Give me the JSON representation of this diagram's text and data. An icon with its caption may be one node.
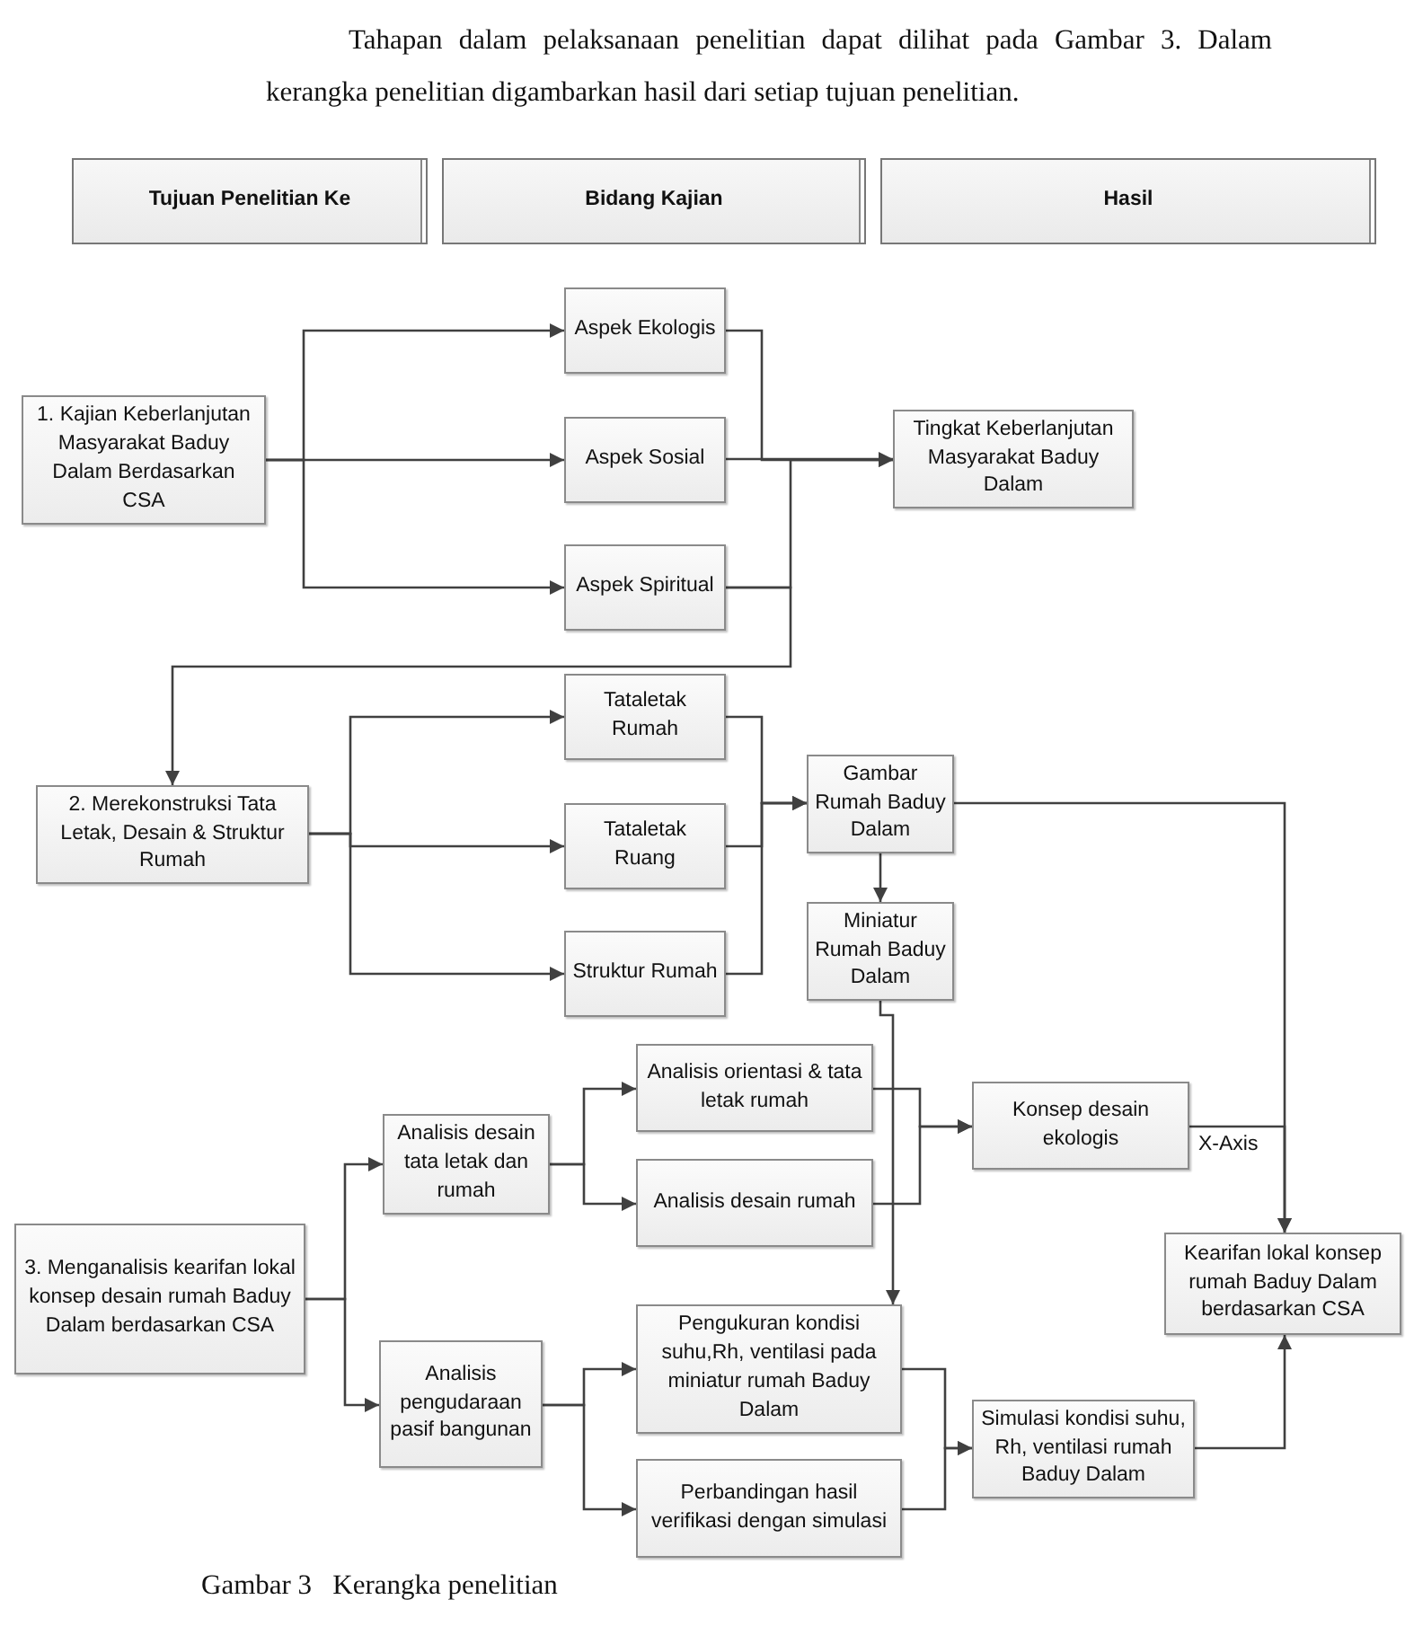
{
  "diagram": {
    "caption": "Gambar 3   Kerangka penelitian",
    "nodes": [
      {
        "text": [
          "Tujuan Penelitian Ke"
        ]
      },
      {
        "text": [
          "Bidang Kajian"
        ]
      },
      {
        "text": [
          "Hasil"
        ]
      },
      {
        "text": [
          "1. Kajian Keberlanjutan Masyarakat Baduy Dalam Berdasarkan CSA"
        ]
      },
      {
        "text": [
          "Aspek Ekologis"
        ]
      },
      {
        "text": [
          "Aspek Sosial"
        ]
      },
      {
        "text": [
          "Aspek Spiritual"
        ]
      },
      {
        "text": [
          "Tingkat Keberlanjutan Masyarakat Baduy Dalam"
        ]
      },
      {
        "text": [
          "2. Merekonstruksi Tata Letak, Desain & Struktur Rumah"
        ]
      },
      {
        "text": [
          "Tataletak Rumah"
        ]
      },
      {
        "text": [
          "Tataletak Ruang"
        ]
      },
      {
        "text": [
          "Struktur Rumah"
        ]
      },
      {
        "text": [
          "Gambar Rumah Baduy Dalam"
        ]
      },
      {
        "text": [
          "Miniatur Rumah Baduy Dalam"
        ]
      },
      {
        "text": [
          "3. Menganalisis kearifan lokal konsep desain rumah Baduy Dalam berdasarkan CSA"
        ]
      },
      {
        "text": [
          "Analisis desain tata letak dan rumah"
        ]
      },
      {
        "text": [
          "Analisis pengudaraan pasif bangunan"
        ]
      },
      {
        "text": [
          "Analisis orientasi & tata letak rumah"
        ]
      },
      {
        "text": [
          "Analisis desain rumah"
        ]
      },
      {
        "text": [
          "Pengukuran kondisi suhu,Rh, ventilasi pada miniatur rumah Baduy Dalam"
        ]
      },
      {
        "text": [
          "Perbandingan hasil verifikasi dengan simulasi"
        ]
      },
      {
        "text": [
          "Konsep desain ekologis"
        ]
      },
      {
        "text": [
          "Kearifan lokal konsep rumah Baduy Dalam berdasarkan CSA"
        ]
      },
      {
        "text": [
          "Simulasi kondisi suhu, Rh, ventilasi rumah Baduy Dalam"
        ]
      }
    ],
    "edges": [
      {
        "from": 3,
        "to": 4,
        "arrow": "to"
      },
      {
        "from": 3,
        "to": 5,
        "arrow": "to"
      },
      {
        "from": 3,
        "to": 6,
        "arrow": "to"
      },
      {
        "from": 4,
        "to": 7,
        "arrow": "to"
      },
      {
        "from": 5,
        "to": 7,
        "arrow": "to"
      },
      {
        "from": 6,
        "to": 7,
        "arrow": "to"
      },
      {
        "from": 6,
        "to": 8,
        "arrow": "to"
      },
      {
        "from": 8,
        "to": 9,
        "arrow": "to"
      },
      {
        "from": 8,
        "to": 10,
        "arrow": "to"
      },
      {
        "from": 8,
        "to": 11,
        "arrow": "to"
      },
      {
        "from": 9,
        "to": 12,
        "arrow": "to"
      },
      {
        "from": 10,
        "to": 12,
        "arrow": "to"
      },
      {
        "from": 11,
        "to": 12,
        "arrow": "to"
      },
      {
        "from": 12,
        "to": 13,
        "arrow": "to"
      },
      {
        "from": 12,
        "to": 22,
        "arrow": "to"
      },
      {
        "from": 13,
        "to": 19,
        "arrow": "to"
      },
      {
        "from": 14,
        "to": 15,
        "arrow": "to"
      },
      {
        "from": 14,
        "to": 16,
        "arrow": "to"
      },
      {
        "from": 15,
        "to": 17,
        "arrow": "to"
      },
      {
        "from": 15,
        "to": 18,
        "arrow": "to"
      },
      {
        "from": 16,
        "to": 19,
        "arrow": "to"
      },
      {
        "from": 16,
        "to": 20,
        "arrow": "to"
      },
      {
        "from": 17,
        "to": 21,
        "arrow": "to"
      },
      {
        "from": 18,
        "to": 21,
        "arrow": "to"
      },
      {
        "from": 19,
        "to": 23,
        "arrow": "to"
      },
      {
        "from": 20,
        "to": 23,
        "arrow": "to"
      },
      {
        "from": 21,
        "to": 22,
        "arrow": "to",
        "label": "X-Axis"
      },
      {
        "from": 23,
        "to": 22,
        "arrow": "to"
      }
    ],
    "labels": [
      "Tahapan dalam pelaksanaan penelitian dapat dilihat pada Gambar 3. Dalam kerangka penelitian digambarkan hasil dari setiap tujuan penelitian."
    ]
  }
}
